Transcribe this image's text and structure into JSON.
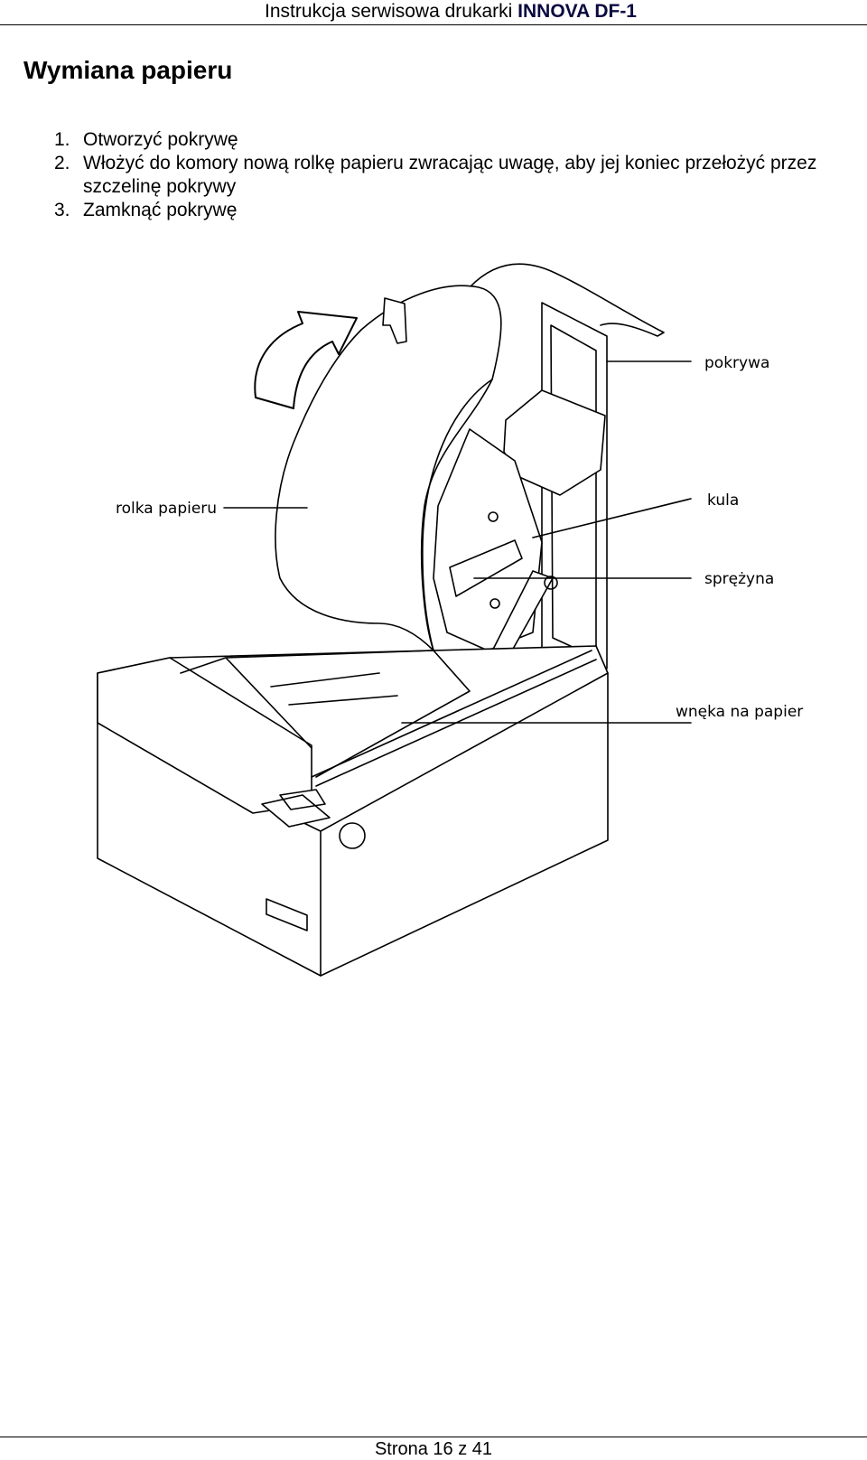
{
  "header": {
    "doc_title": "Instrukcja serwisowa drukarki",
    "model": "INNOVA DF-1"
  },
  "section_title": "Wymiana papieru",
  "steps": [
    {
      "number": "1.",
      "text": "Otworzyć pokrywę"
    },
    {
      "number": "2.",
      "text": "Włożyć do komory nową rolkę papieru zwracając uwagę, aby jej koniec przełożyć przez szczelinę pokrywy"
    },
    {
      "number": "3.",
      "text": "Zamknąć pokrywę"
    }
  ],
  "figure": {
    "labels": {
      "cover": "pokrywa",
      "paper_roll": "rolka papieru",
      "ball": "kula",
      "spring": "sprężyna",
      "paper_bay": "wnęka na papier"
    }
  },
  "footer": {
    "page": "Strona 16 z 41"
  }
}
